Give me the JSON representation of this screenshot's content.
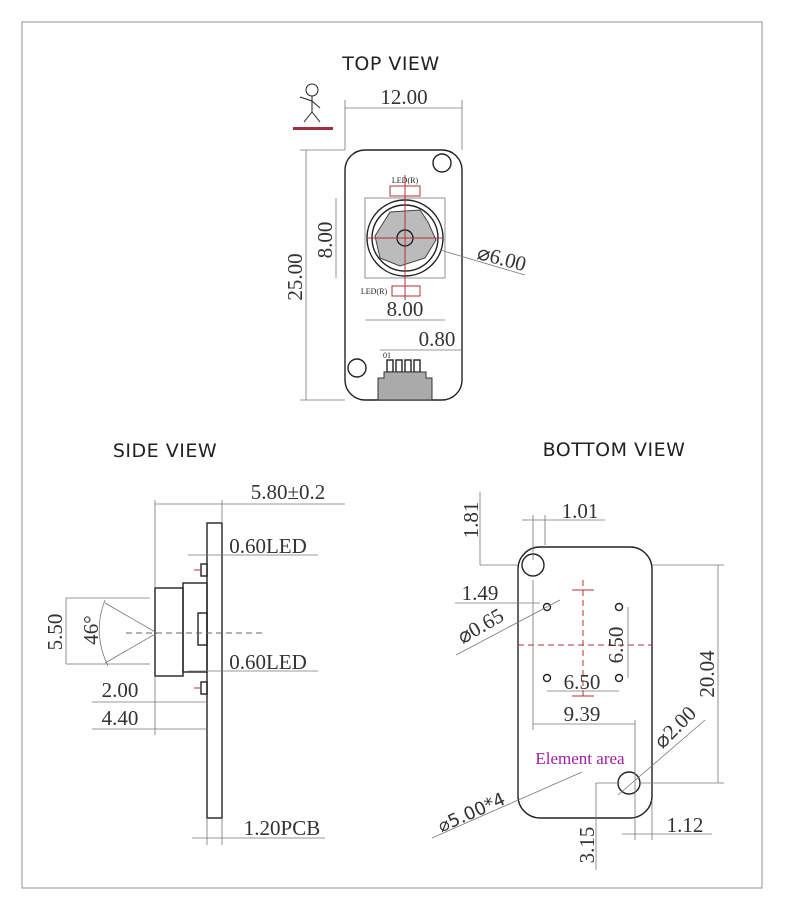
{
  "titles": {
    "top": "TOP VIEW",
    "side": "SIDE VIEW",
    "bottom": "BOTTOM VIEW"
  },
  "top_view": {
    "width": "12.00",
    "height": "25.00",
    "sensor_height": "8.00",
    "sensor_width": "8.00",
    "lens_diameter": "⌀6.00",
    "pin_pitch": "0.80",
    "led_top": "LED(R)",
    "led_bottom": "LED(R)",
    "pin1": "01"
  },
  "side_view": {
    "total_height": "5.80±0.2",
    "led_top": "0.60LED",
    "led_bottom": "0.60LED",
    "lens_dia": "5.50",
    "fov": "46°",
    "dim_a": "2.00",
    "dim_b": "4.40",
    "pcb": "1.20PCB"
  },
  "bottom_view": {
    "dim_181": "1.81",
    "dim_101": "1.01",
    "dim_149": "1.49",
    "small_hole": "⌀0.65",
    "v_spacing": "6.50",
    "h_spacing": "6.50",
    "dim_939": "9.39",
    "dim_2004": "20.04",
    "mount_hole": "⌀2.00",
    "element_area": "Element area",
    "corner": "⌀5.00*4",
    "dim_315": "3.15",
    "dim_112": "1.12"
  }
}
